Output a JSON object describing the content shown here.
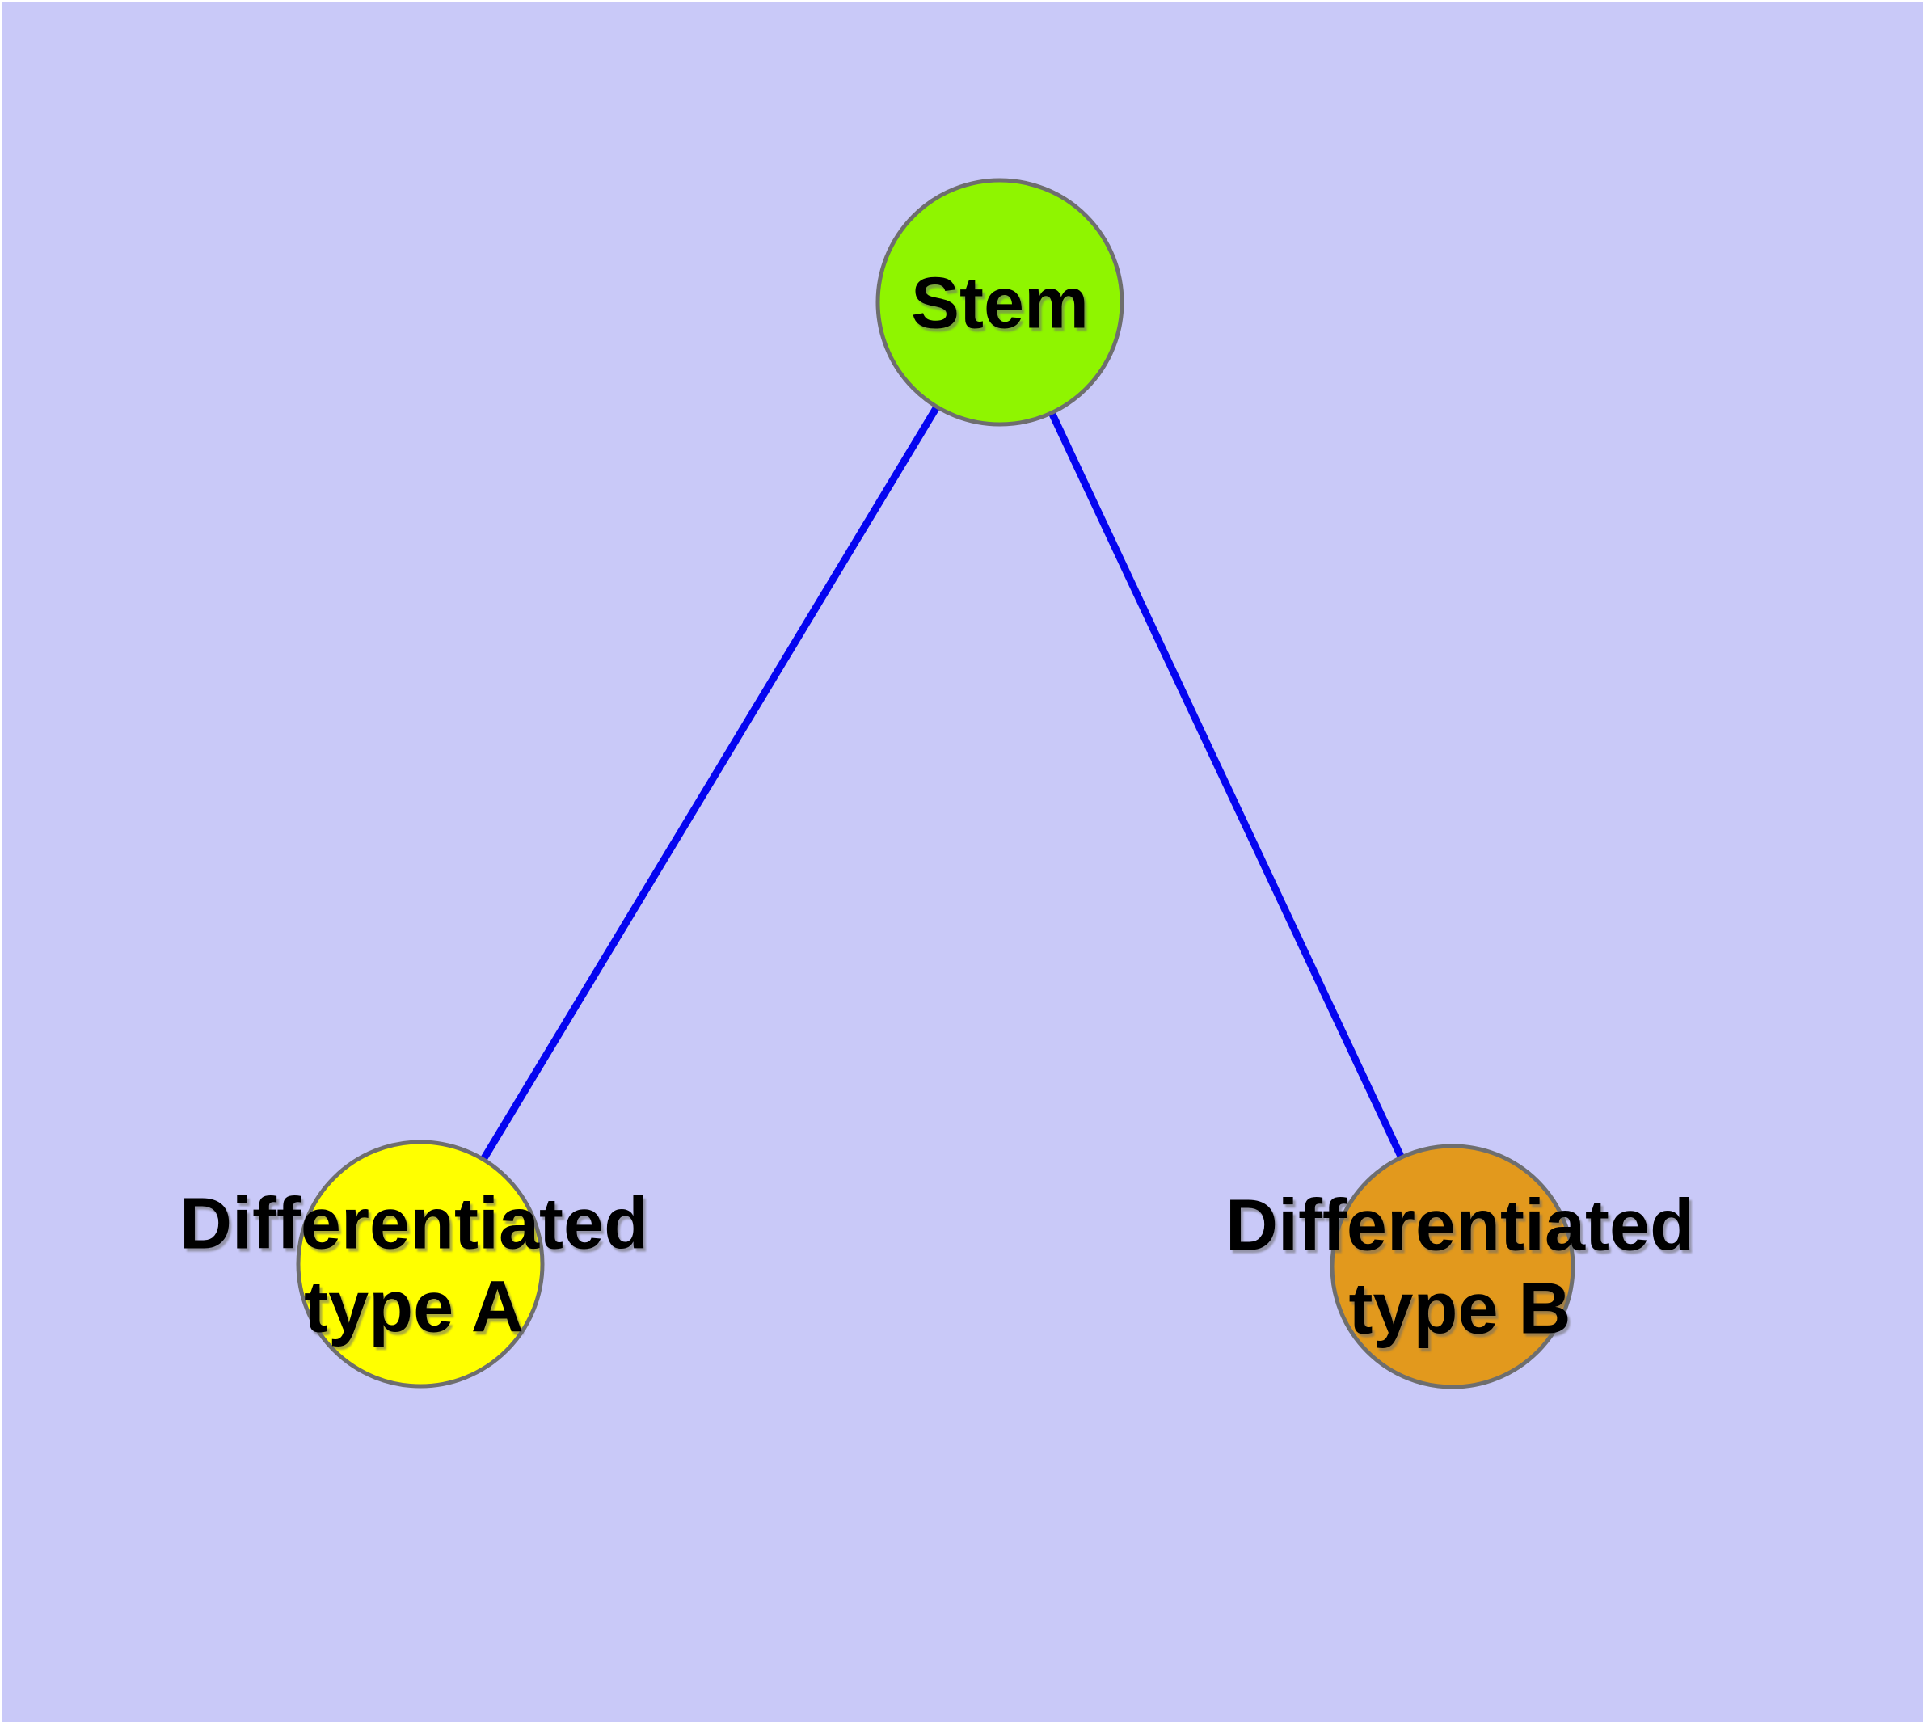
{
  "diagram": {
    "background_color": "#FFFFFF",
    "field_color": "#C9C9F8",
    "edge_color": "#0505F0",
    "node_border_color": "#6E6E6E",
    "text_color": "#000000",
    "nodes": [
      {
        "id": "stem",
        "label": "Stem",
        "fill": "#8FF500"
      },
      {
        "id": "differentiated-type-a",
        "label": "Differentiated\ntype A",
        "fill": "#FFFF00"
      },
      {
        "id": "differentiated-type-b",
        "label": "Differentiated\ntype B",
        "fill": "#E2991D"
      }
    ],
    "edges": [
      {
        "from": "Stem",
        "to": "Differentiated type A"
      },
      {
        "from": "Stem",
        "to": "Differentiated type B"
      }
    ]
  }
}
